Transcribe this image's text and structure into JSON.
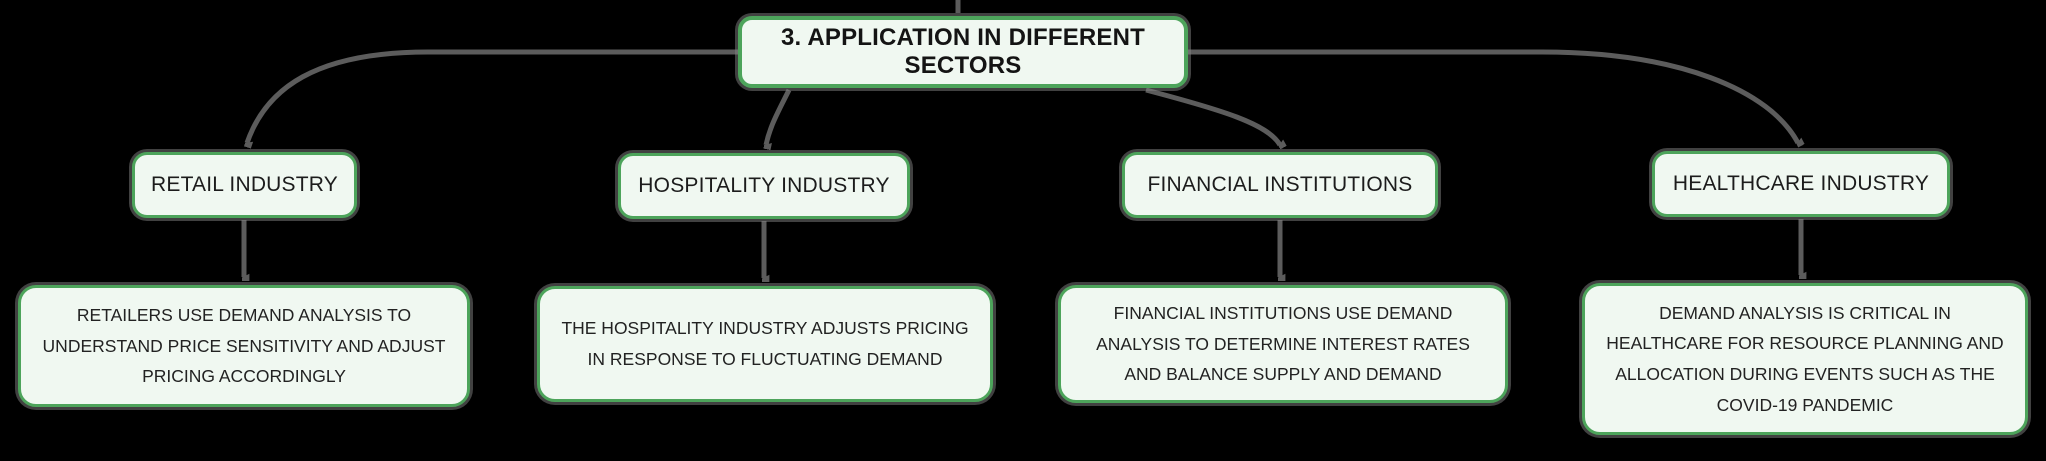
{
  "diagram": {
    "type": "mindmap",
    "root": {
      "title": "3. APPLICATION IN DIFFERENT SECTORS"
    },
    "branches": [
      {
        "label": "RETAIL INDUSTRY",
        "description": "RETAILERS USE DEMAND ANALYSIS TO UNDERSTAND PRICE SENSITIVITY AND ADJUST PRICING ACCORDINGLY"
      },
      {
        "label": "HOSPITALITY INDUSTRY",
        "description": "THE HOSPITALITY INDUSTRY ADJUSTS PRICING IN RESPONSE TO FLUCTUATING DEMAND"
      },
      {
        "label": "FINANCIAL INSTITUTIONS",
        "description": "FINANCIAL INSTITUTIONS USE DEMAND ANALYSIS TO DETERMINE INTEREST RATES AND BALANCE SUPPLY AND DEMAND"
      },
      {
        "label": "HEALTHCARE INDUSTRY",
        "description": "DEMAND ANALYSIS IS CRITICAL IN HEALTHCARE FOR RESOURCE PLANNING AND ALLOCATION DURING EVENTS SUCH AS THE COVID-19 PANDEMIC"
      }
    ],
    "colors": {
      "background": "#000000",
      "node_fill": "#f0f8f1",
      "node_border": "#4da45b",
      "connector": "#5c5c5c",
      "text": "#1a1a1a",
      "shadow": "#828282"
    }
  }
}
